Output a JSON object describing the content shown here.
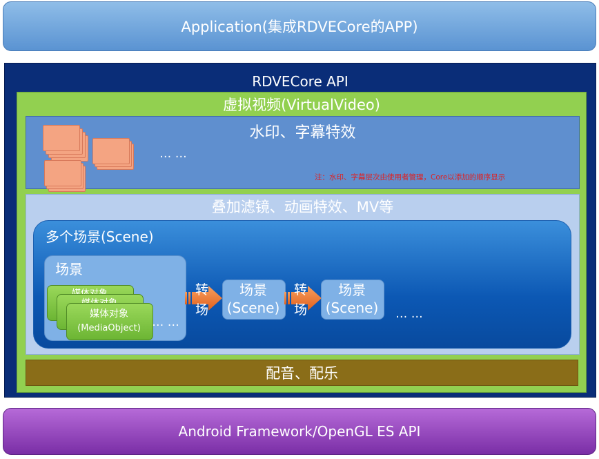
{
  "application": {
    "label": "Application(集成RDVECore的APP)"
  },
  "core_api": {
    "title": "RDVECore API"
  },
  "virtual_video": {
    "title": "虚拟视频(VirtualVideo)"
  },
  "watermark": {
    "title": "水印、字幕特效",
    "ellipsis": "… …",
    "note": "注：水印、字幕层次由使用者管理，Core以添加的顺序显示"
  },
  "overlay": {
    "title": "叠加滤镜、动画特效、MV等"
  },
  "scenes": {
    "title": "多个场景(Scene)",
    "first_scene": {
      "label": "场景",
      "media_object": {
        "line1": "媒体对象",
        "line2": "(MediaObject)"
      },
      "ellipsis": "… …"
    },
    "transition": {
      "line1": "转",
      "line2": "场"
    },
    "scene_box": {
      "line1": "场景",
      "line2": "(Scene)"
    },
    "ellipsis": "… …"
  },
  "dubbing": {
    "label": "配音、配乐"
  },
  "android": {
    "label": "Android Framework/OpenGL ES API"
  },
  "colors": {
    "application_bar": "#6fa4dc",
    "core_block": "#0a2d78",
    "virtual_video_block": "#92d050",
    "watermark_block": "#5f8fcf",
    "overlay_block": "#b9cfee",
    "scenes_block": "#0c58b4",
    "media_object": "#7dc540",
    "transition_arrow": "#f0772a",
    "dubbing_bar": "#8a6d18",
    "android_bar": "#8e3bb8",
    "note_text": "#e02020"
  }
}
